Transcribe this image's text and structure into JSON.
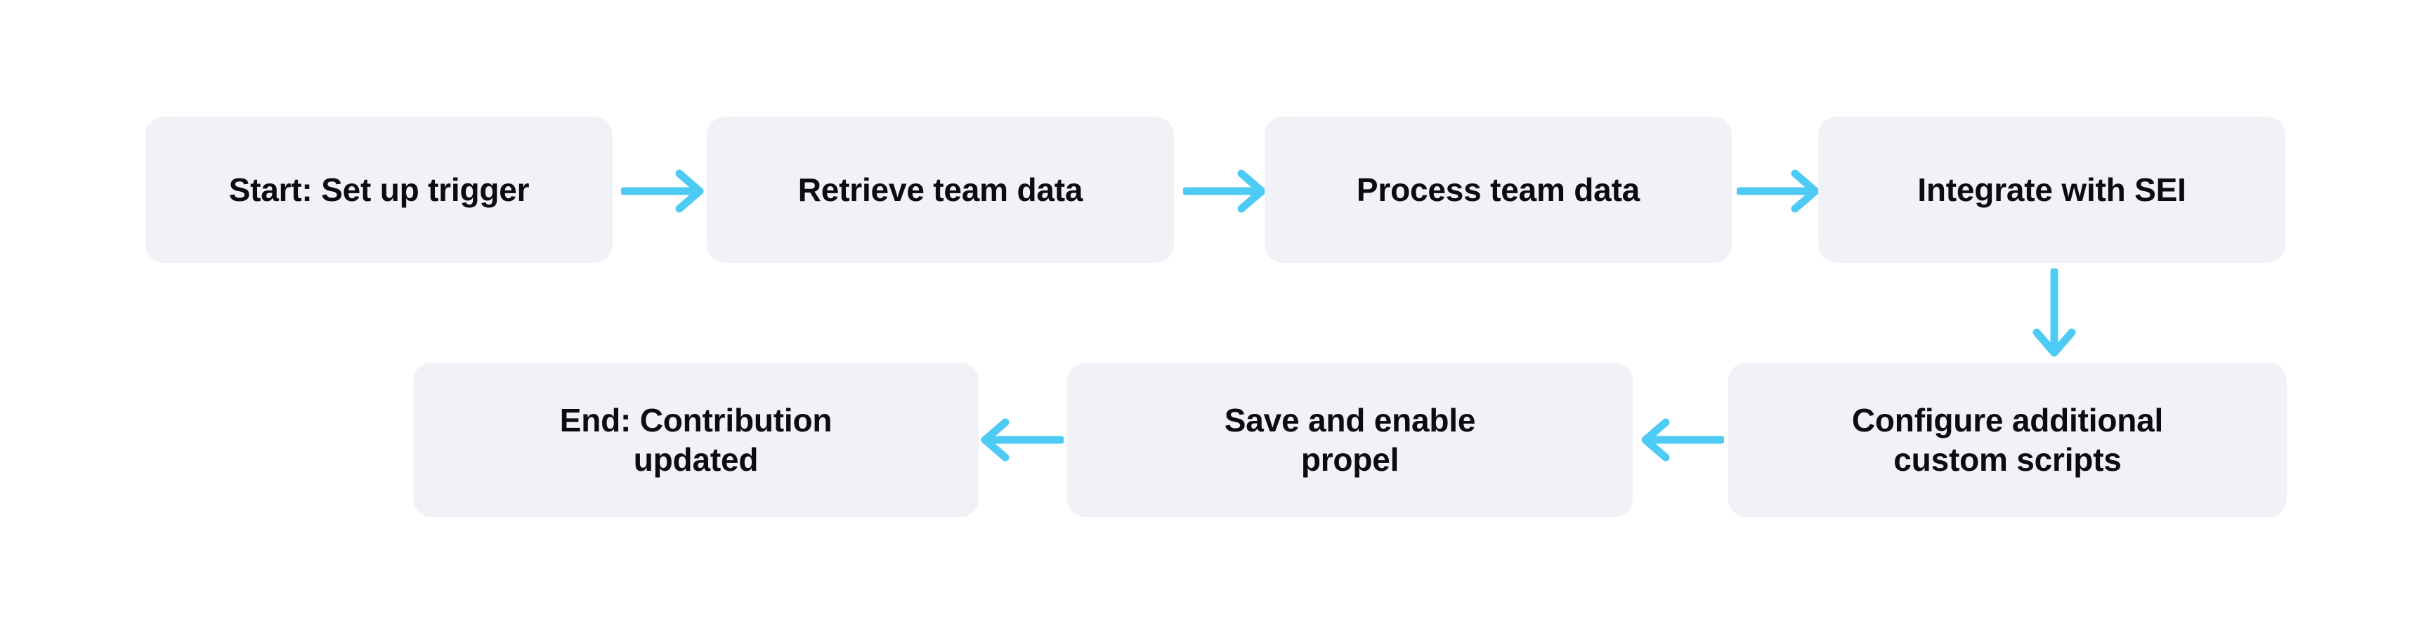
{
  "diagram": {
    "title": "Workflow flowchart",
    "background_color": "#FFFFFF",
    "node_fill_color": "#F1F2F7",
    "node_text_color": "#0A0C12",
    "arrow_color": "#4ECBF5",
    "nodes": [
      {
        "id": "start",
        "label": "Start: Set up trigger",
        "row": 1,
        "order": 1
      },
      {
        "id": "retrieve",
        "label": "Retrieve team data",
        "row": 1,
        "order": 2
      },
      {
        "id": "process",
        "label": "Process team data",
        "row": 1,
        "order": 3
      },
      {
        "id": "integrate",
        "label": "Integrate with SEI",
        "row": 1,
        "order": 4
      },
      {
        "id": "configure",
        "label": "Configure additional\ncustom scripts",
        "row": 2,
        "order": 1
      },
      {
        "id": "save",
        "label": "Save and enable\npropel",
        "row": 2,
        "order": 2
      },
      {
        "id": "end",
        "label": "End: Contribution\nupdated",
        "row": 2,
        "order": 3
      }
    ],
    "edges": [
      {
        "id": "e1",
        "from": "start",
        "to": "retrieve",
        "direction": "right"
      },
      {
        "id": "e2",
        "from": "retrieve",
        "to": "process",
        "direction": "right"
      },
      {
        "id": "e3",
        "from": "process",
        "to": "integrate",
        "direction": "right"
      },
      {
        "id": "e4",
        "from": "integrate",
        "to": "configure",
        "direction": "down"
      },
      {
        "id": "e5",
        "from": "configure",
        "to": "save",
        "direction": "left"
      },
      {
        "id": "e6",
        "from": "save",
        "to": "end",
        "direction": "left"
      }
    ]
  }
}
